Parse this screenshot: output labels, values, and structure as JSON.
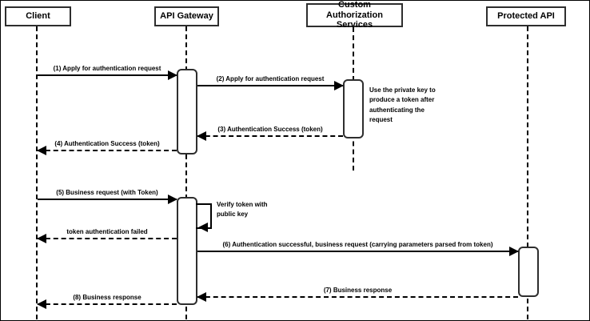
{
  "actors": [
    {
      "name": "Client"
    },
    {
      "name": "API Gateway"
    },
    {
      "name": "Custom Authorization Services"
    },
    {
      "name": "Protected API"
    }
  ],
  "messages": [
    {
      "label": "(1) Apply for authentication request",
      "from": "Client",
      "to": "API Gateway",
      "style": "solid"
    },
    {
      "label": "(2) Apply for authentication request",
      "from": "API Gateway",
      "to": "Custom Authorization Services",
      "style": "solid"
    },
    {
      "label": "(3) Authentication Success (token)",
      "from": "Custom Authorization Services",
      "to": "API Gateway",
      "style": "dashed"
    },
    {
      "label": "(4) Authentication Success (token)",
      "from": "API Gateway",
      "to": "Client",
      "style": "dashed"
    },
    {
      "label": "(5) Business request (with Token)",
      "from": "Client",
      "to": "API Gateway",
      "style": "solid"
    },
    {
      "label": "Verify token with public key",
      "from": "API Gateway",
      "to": "API Gateway",
      "style": "self"
    },
    {
      "label": "token authentication failed",
      "from": "API Gateway",
      "to": "Client",
      "style": "dashed"
    },
    {
      "label": "(6) Authentication successful, business request (carrying parameters parsed from token)",
      "from": "API Gateway",
      "to": "Protected API",
      "style": "solid"
    },
    {
      "label": "(7) Business response",
      "from": "Protected API",
      "to": "API Gateway",
      "style": "dashed"
    },
    {
      "label": "(8) Business response",
      "from": "API Gateway",
      "to": "Client",
      "style": "dashed"
    }
  ],
  "notes": [
    {
      "text": "Use the private key to produce a token after authenticating the request",
      "attached_to": "Custom Authorization Services"
    }
  ],
  "colors": {
    "line": "#000000",
    "box_border": "#2e2e2e",
    "background": "#ffffff",
    "text": "#000000"
  }
}
